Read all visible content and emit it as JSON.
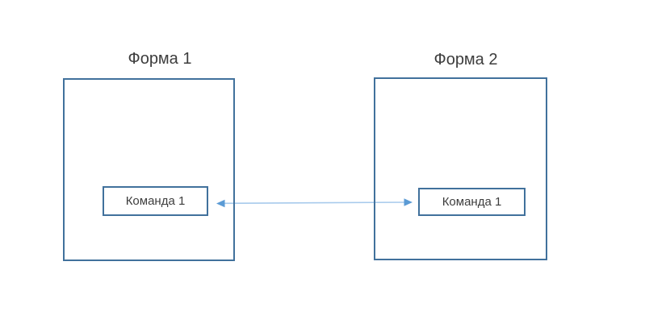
{
  "diagram": {
    "background": "#FFFFFF",
    "forms": [
      {
        "title": "Форма 1",
        "button_label": "Команда 1"
      },
      {
        "title": "Форма 2",
        "button_label": "Команда 1"
      }
    ],
    "connector": {
      "type": "double-headed-arrow",
      "connects": "Команда 1 (Форма 1) — Команда 1 (Форма 2)",
      "line_color": "#A7CAEC",
      "head_color": "#5B9BD5"
    },
    "colors": {
      "shape_border": "#41719C",
      "shape_fill": "#FFFFFF",
      "text": "#3D3D3D"
    }
  }
}
